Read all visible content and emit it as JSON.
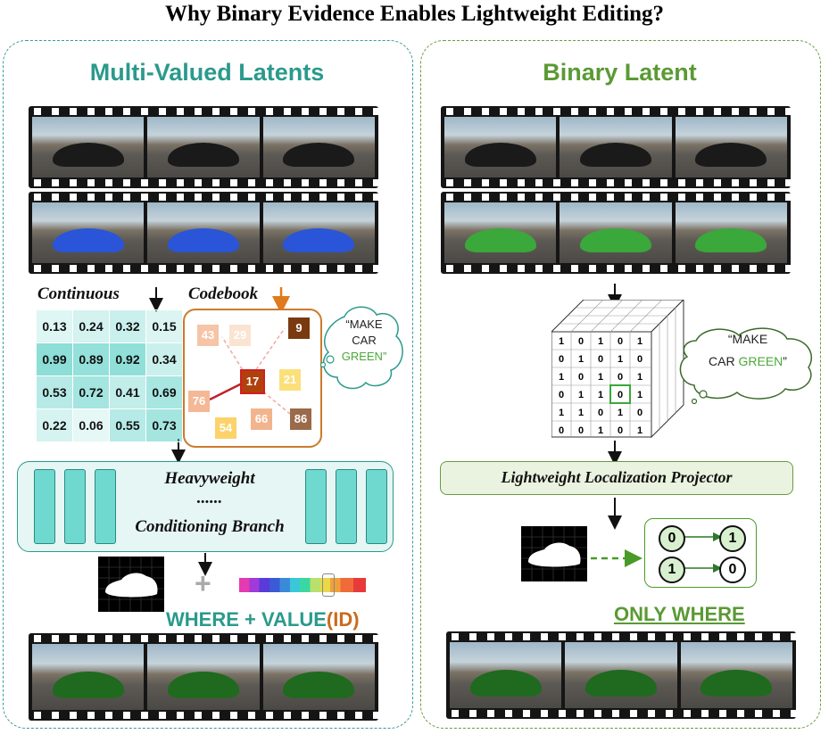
{
  "title": "Why Binary Evidence Enables Lightweight Editing?",
  "left": {
    "heading": "Multi-Valued Latents",
    "continuous_label": "Continuous",
    "codebook_label": "Codebook",
    "matrix": [
      [
        "0.13",
        "0.24",
        "0.32",
        "0.15"
      ],
      [
        "0.99",
        "0.89",
        "0.92",
        "0.34"
      ],
      [
        "0.53",
        "0.72",
        "0.41",
        "0.69"
      ],
      [
        "0.22",
        "0.06",
        "0.55",
        "0.73"
      ]
    ],
    "codebook_items": [
      "43",
      "29",
      "9",
      "17",
      "21",
      "76",
      "66",
      "86",
      "54"
    ],
    "prompt_line1": "“MAKE",
    "prompt_line2": "CAR",
    "prompt_line3": "GREEN”",
    "branch_line1": "Heavyweight",
    "branch_dots": "......",
    "branch_line2": "Conditioning Branch",
    "plus": "+",
    "result_label": "WHERE + VALUE",
    "result_id": "(ID)"
  },
  "right": {
    "heading": "Binary Latent",
    "prompt_line1": "“MAKE",
    "prompt_line2_a": "CAR ",
    "prompt_line2_b": "GREEN",
    "prompt_line2_c": "”",
    "projector_label": "Lightweight Localization Projector",
    "flip1_from": "0",
    "flip1_to": "1",
    "flip2_from": "1",
    "flip2_to": "0",
    "result_label": "ONLY WHERE",
    "cube_front": [
      [
        "1",
        "0",
        "1",
        "0",
        "1"
      ],
      [
        "0",
        "1",
        "0",
        "1",
        "0"
      ],
      [
        "1",
        "0",
        "1",
        "0",
        "1"
      ],
      [
        "0",
        "1",
        "1",
        "0",
        "1"
      ],
      [
        "1",
        "1",
        "0",
        "1",
        "0"
      ],
      [
        "0",
        "0",
        "1",
        "0",
        "1"
      ]
    ]
  },
  "colors": {
    "teal": "#2a9a8c",
    "green": "#5a9a34",
    "orange": "#cc6a1e",
    "blue_car": "#2a55d8",
    "green_car": "#3aa83a",
    "dark_car": "#1a1a1a",
    "darkgreen_car": "#1f6a1f"
  }
}
